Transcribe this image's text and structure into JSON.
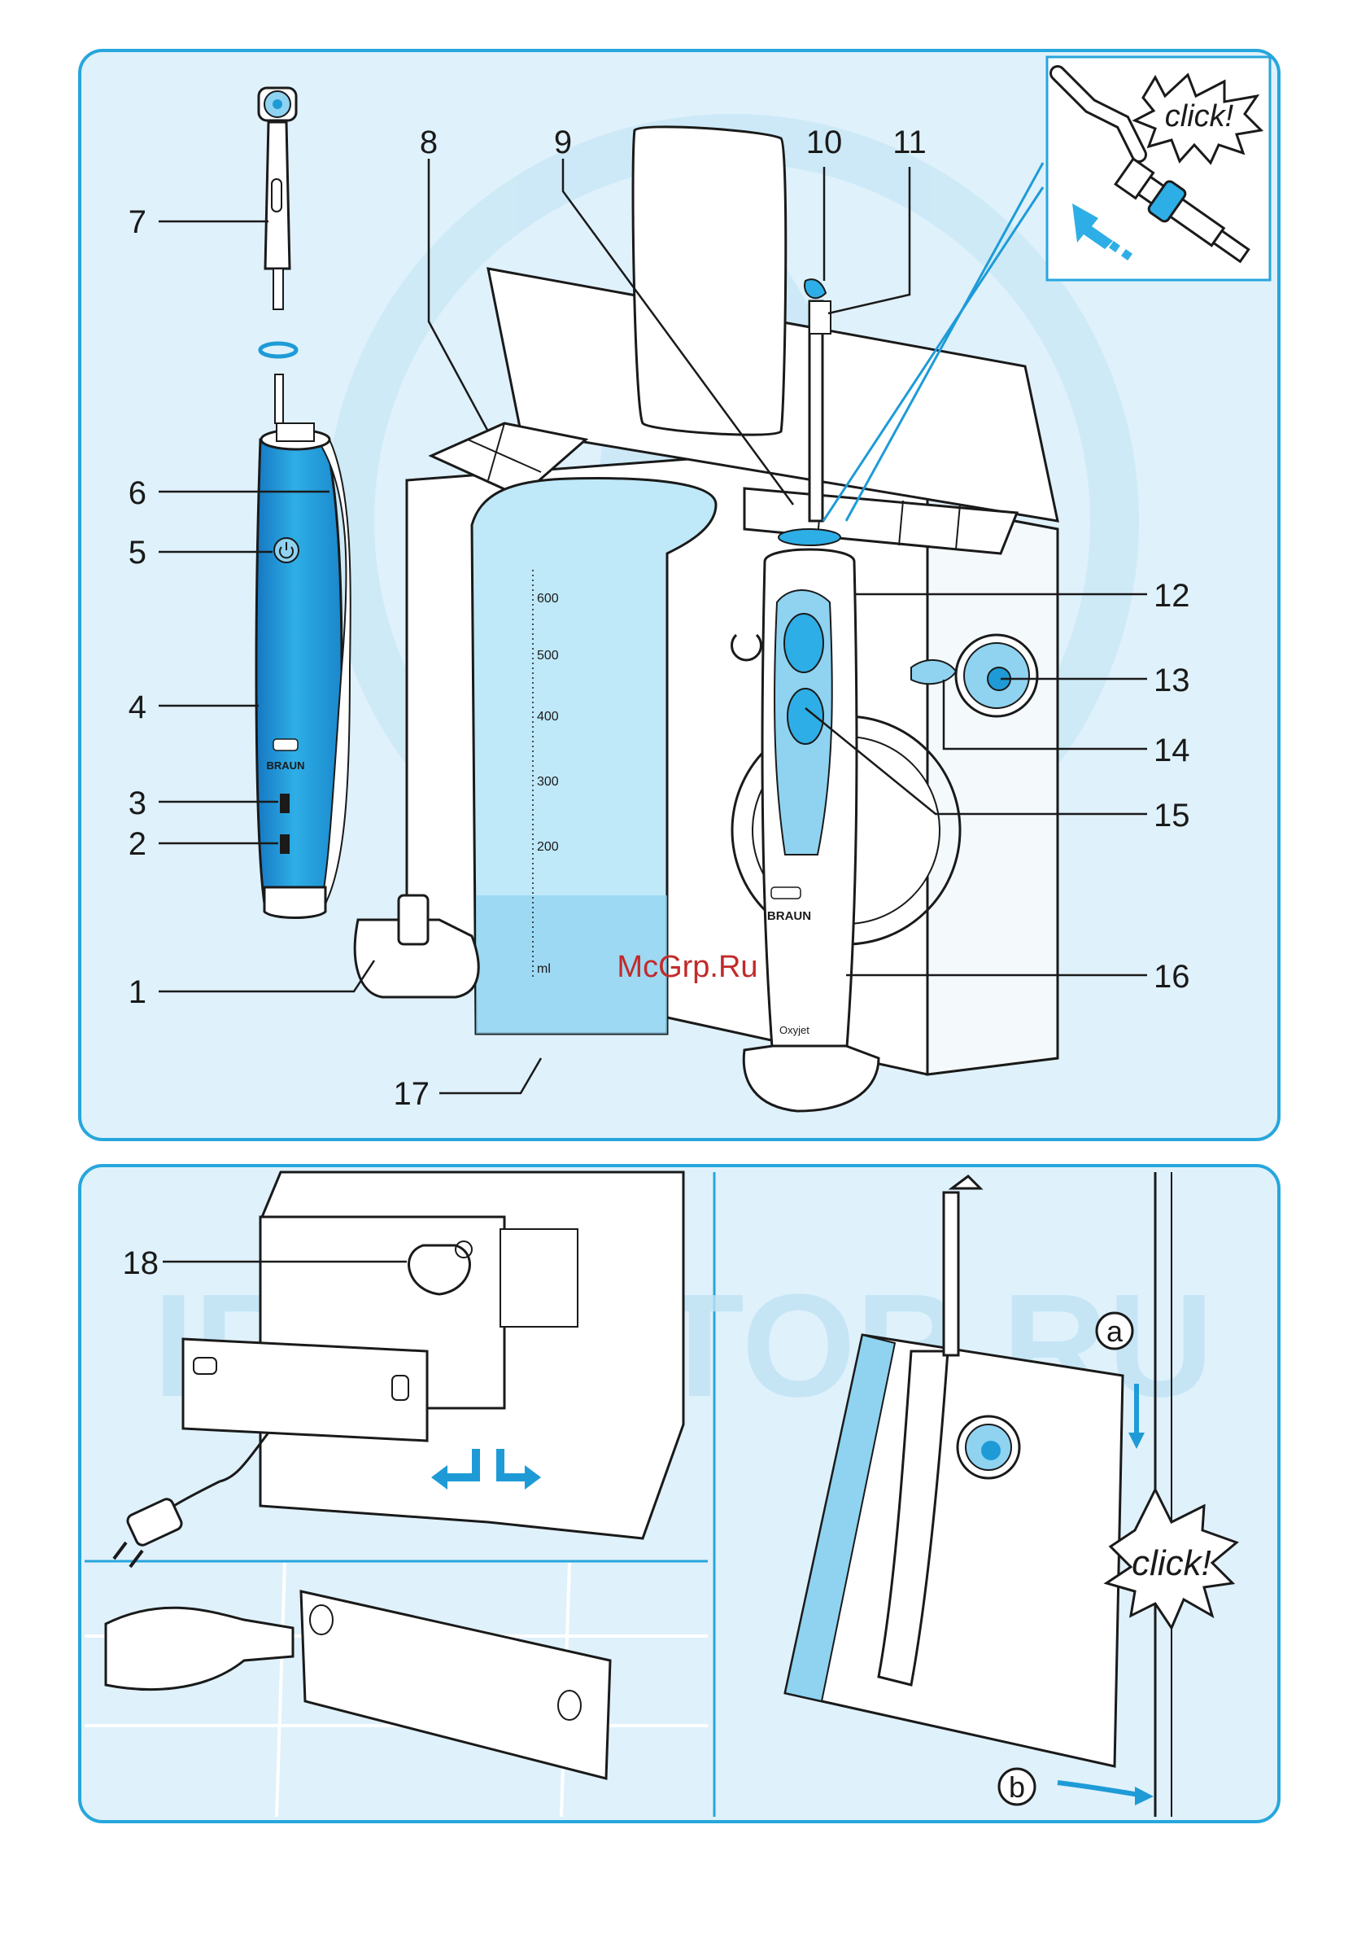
{
  "colors": {
    "panel_fill": "#dff1fb",
    "panel_border": "#27a6dc",
    "accent_blue": "#1e9bd7",
    "light_blue": "#8fd3f1",
    "outline": "#1a1a1a",
    "watermark": "#bfe3f4"
  },
  "watermark": {
    "site": "McGrp.Ru",
    "brand": "IRRIGATOR.RU"
  },
  "callouts": [
    {
      "id": "1",
      "label": "1"
    },
    {
      "id": "2",
      "label": "2"
    },
    {
      "id": "3",
      "label": "3"
    },
    {
      "id": "4",
      "label": "4"
    },
    {
      "id": "5",
      "label": "5"
    },
    {
      "id": "6",
      "label": "6"
    },
    {
      "id": "7",
      "label": "7"
    },
    {
      "id": "8",
      "label": "8"
    },
    {
      "id": "9",
      "label": "9"
    },
    {
      "id": "10",
      "label": "10"
    },
    {
      "id": "11",
      "label": "11"
    },
    {
      "id": "12",
      "label": "12"
    },
    {
      "id": "13",
      "label": "13"
    },
    {
      "id": "14",
      "label": "14"
    },
    {
      "id": "15",
      "label": "15"
    },
    {
      "id": "16",
      "label": "16"
    },
    {
      "id": "17",
      "label": "17"
    },
    {
      "id": "18",
      "label": "18"
    }
  ],
  "reservoir_scale": [
    "600",
    "500",
    "400",
    "300",
    "200",
    "ml"
  ],
  "click_labels": [
    "click!",
    "click!"
  ],
  "step_markers": [
    "a",
    "b"
  ],
  "product_text": {
    "toothbrush_brand": "BRAUN",
    "handle_brand": "BRAUN",
    "handle_model": "Oxyjet"
  },
  "icons": [
    "water-drop-logo-icon",
    "power-button-icon",
    "arrow-hook-left-icon",
    "arrow-hook-right-icon",
    "click-burst-icon",
    "insert-arrow-icon"
  ]
}
